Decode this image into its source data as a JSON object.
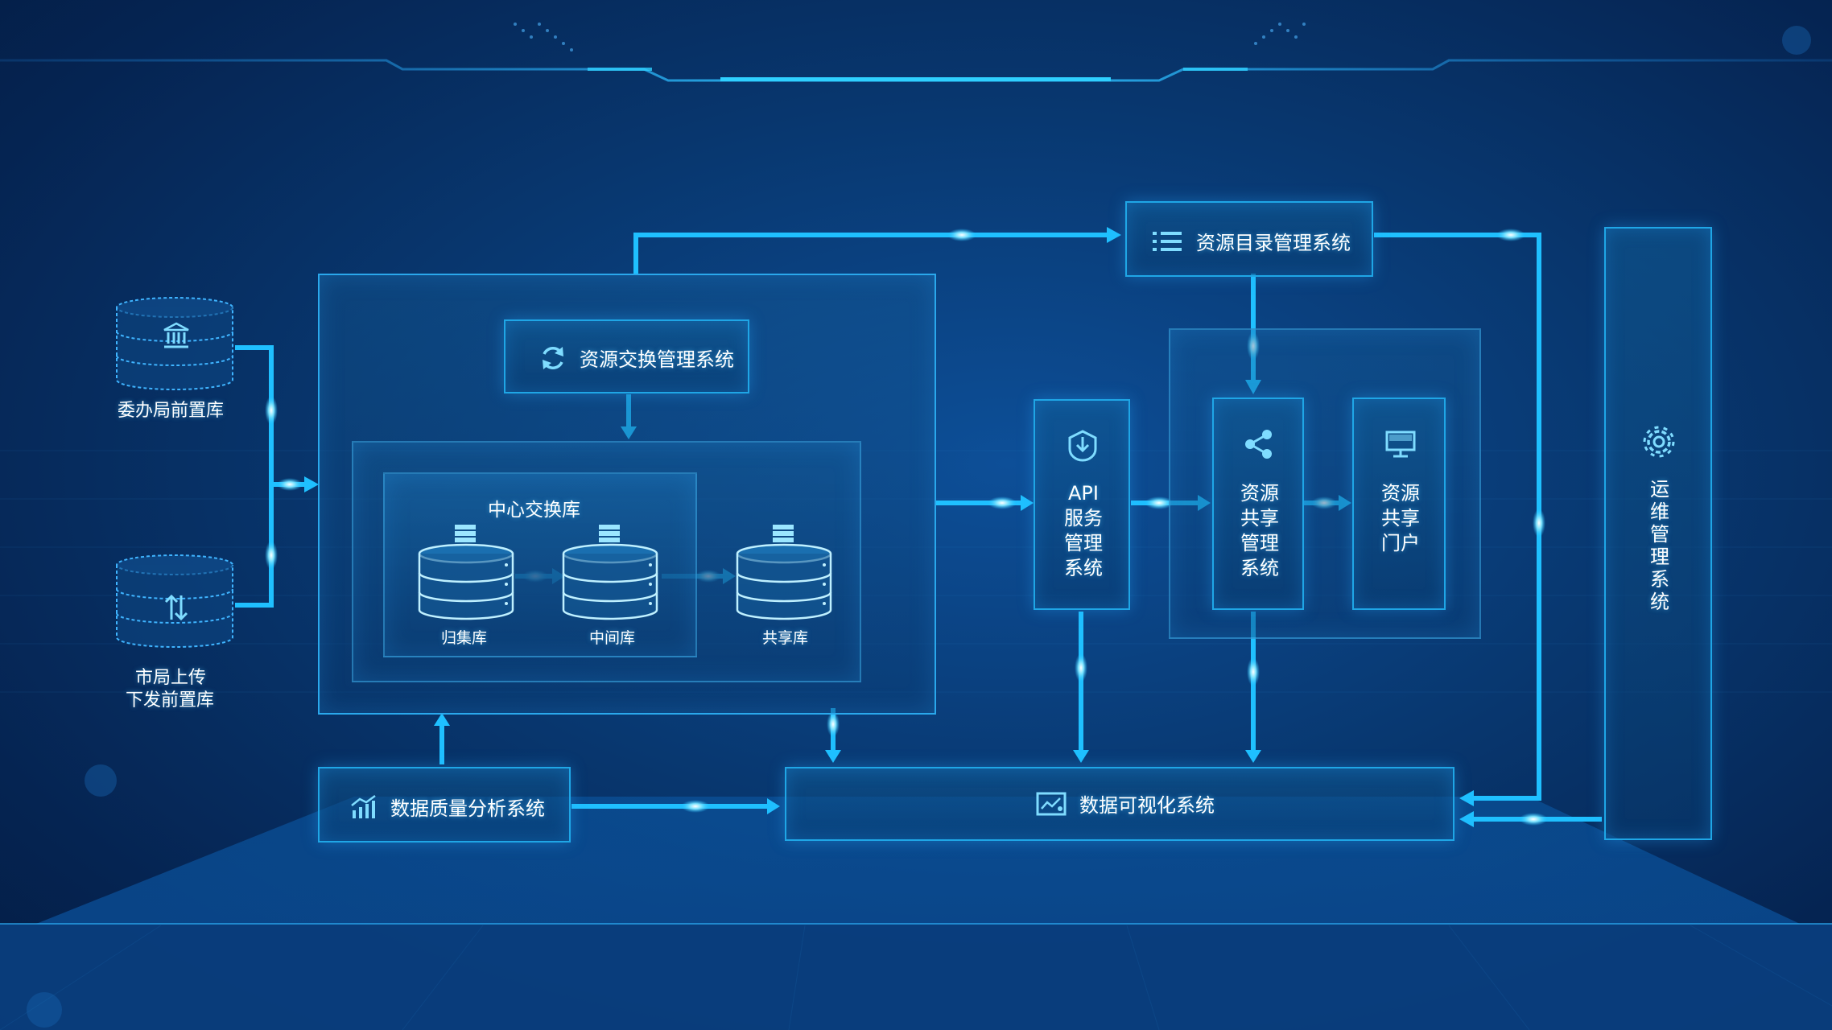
{
  "colors": {
    "background": "#062a5a",
    "accent": "#1fc0ff",
    "panel_border": "#1fa6e6",
    "text": "#ffffff"
  },
  "sources": {
    "wei_ban_ju": {
      "label": "委办局前置库",
      "icon": "bank-icon"
    },
    "shi_ju": {
      "label_line1": "市局上传",
      "label_line2": "下发前置库",
      "icon": "up-down-arrows-icon"
    }
  },
  "exchange": {
    "title": "资源交换管理系统",
    "icon": "refresh-icon",
    "center_title": "中心交换库",
    "databases": [
      {
        "label": "归集库",
        "icon": "database-icon"
      },
      {
        "label": "中间库",
        "icon": "database-icon"
      },
      {
        "label": "共享库",
        "icon": "database-icon"
      }
    ]
  },
  "catalog": {
    "title": "资源目录管理系统",
    "icon": "list-icon"
  },
  "api_service": {
    "lines": [
      "API",
      "服务",
      "管理",
      "系统"
    ],
    "icon": "download-shield-icon"
  },
  "sharing_mgmt": {
    "lines": [
      "资源",
      "共享",
      "管理",
      "系统"
    ],
    "icon": "share-icon"
  },
  "sharing_portal": {
    "lines": [
      "资源",
      "共享",
      "门户"
    ],
    "icon": "monitor-icon"
  },
  "ops": {
    "lines": [
      "运",
      "维",
      "管",
      "理",
      "系",
      "统"
    ],
    "icon": "gear-icon"
  },
  "quality": {
    "title": "数据质量分析系统",
    "icon": "chart-up-icon"
  },
  "visualization": {
    "title": "数据可视化系统",
    "icon": "visual-chart-icon"
  }
}
